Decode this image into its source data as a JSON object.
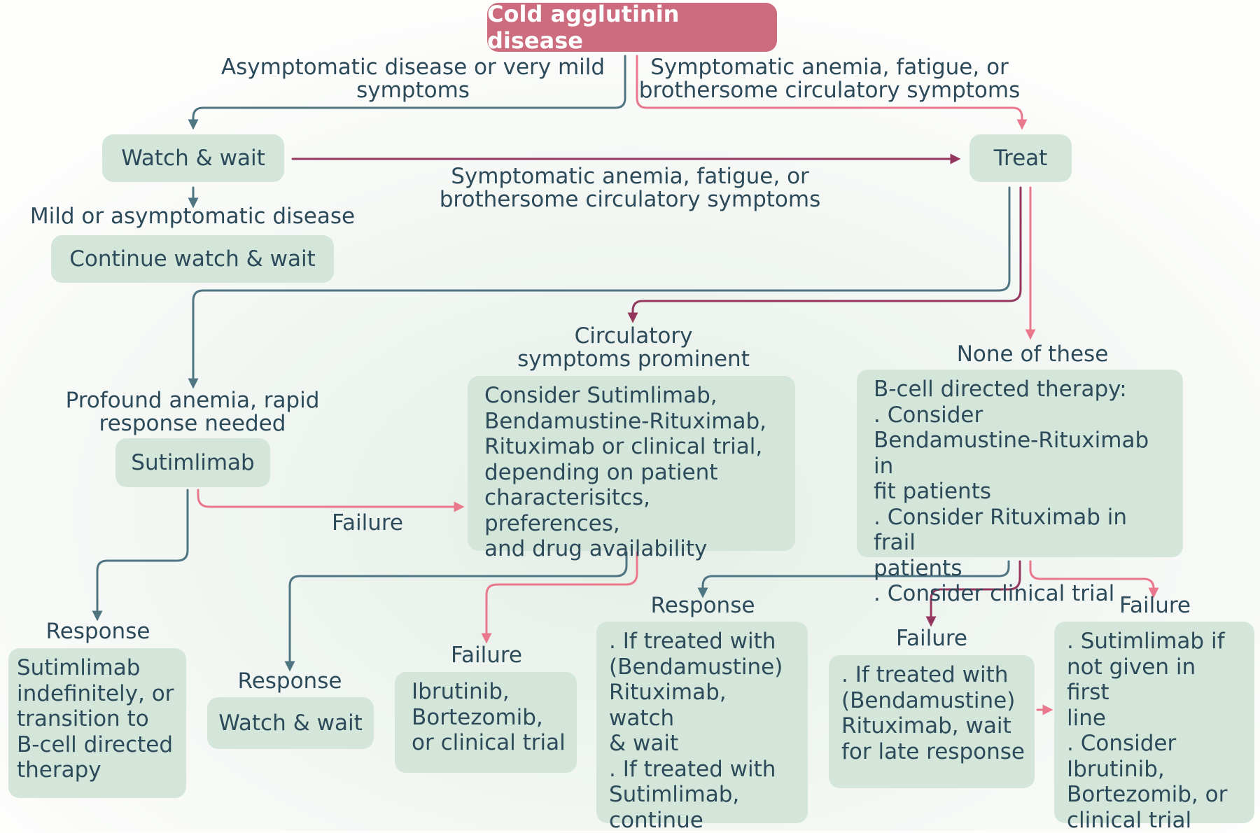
{
  "root": {
    "label": "Cold agglutinin disease"
  },
  "branches": {
    "asymptomatic_label": "Asymptomatic disease or very mild\nsymptoms",
    "symptomatic_label": "Symptomatic anemia, fatigue, or\nbrothersome circulatory symptoms",
    "watch_to_treat_label": "Symptomatic anemia, fatigue, or\nbrothersome circulatory symptoms"
  },
  "watch": {
    "box": "Watch & wait",
    "mild_label": "Mild or asymptomatic disease",
    "continue_box": "Continue watch & wait"
  },
  "treat": {
    "box": "Treat"
  },
  "profound": {
    "label": "Profound anemia, rapid\nresponse needed",
    "box": "Sutimlimab",
    "failure_label": "Failure",
    "response_label": "Response",
    "response_box": "Sutimlimab\nindefinitely, or\ntransition to\nB-cell directed\ntherapy"
  },
  "circulatory": {
    "label": "Circulatory\nsymptoms prominent",
    "box": "Consider Sutimlimab,\nBendamustine-Rituximab,\nRituximab or clinical trial,\ndepending on patient\ncharacterisitcs, preferences,\nand drug availability",
    "response_label": "Response",
    "response_box": "Watch & wait",
    "failure_label": "Failure",
    "failure_box": "Ibrutinib,\nBortezomib,\nor clinical trial"
  },
  "none": {
    "label": "None of these",
    "box": "B-cell directed therapy:\n. Consider\nBendamustine-Rituximab in\nfit patients\n. Consider Rituximab in frail\npatients\n. Consider clinical trial",
    "response_label": "Response",
    "response_box": ". If treated with\n(Bendamustine)\nRituximab, watch\n& wait\n. If treated with\nSutimlimab,\ncontinue",
    "failure_label": "Failure",
    "failure_box": ". If treated with\n(Bendamustine)\nRituximab, wait\nfor late response",
    "failure2_label": "Failure",
    "failure2_box": ". Sutimlimab if\nnot given in first\nline\n. Consider\nIbrutinib,\nBortezomib, or\nclinical trial"
  },
  "colors": {
    "teal": "#4f7582",
    "plum": "#93375e",
    "pink": "#e9788c",
    "box_fill": "#d3e6d9",
    "title_fill": "#cc6c7e",
    "text": "#2c4a5a"
  }
}
